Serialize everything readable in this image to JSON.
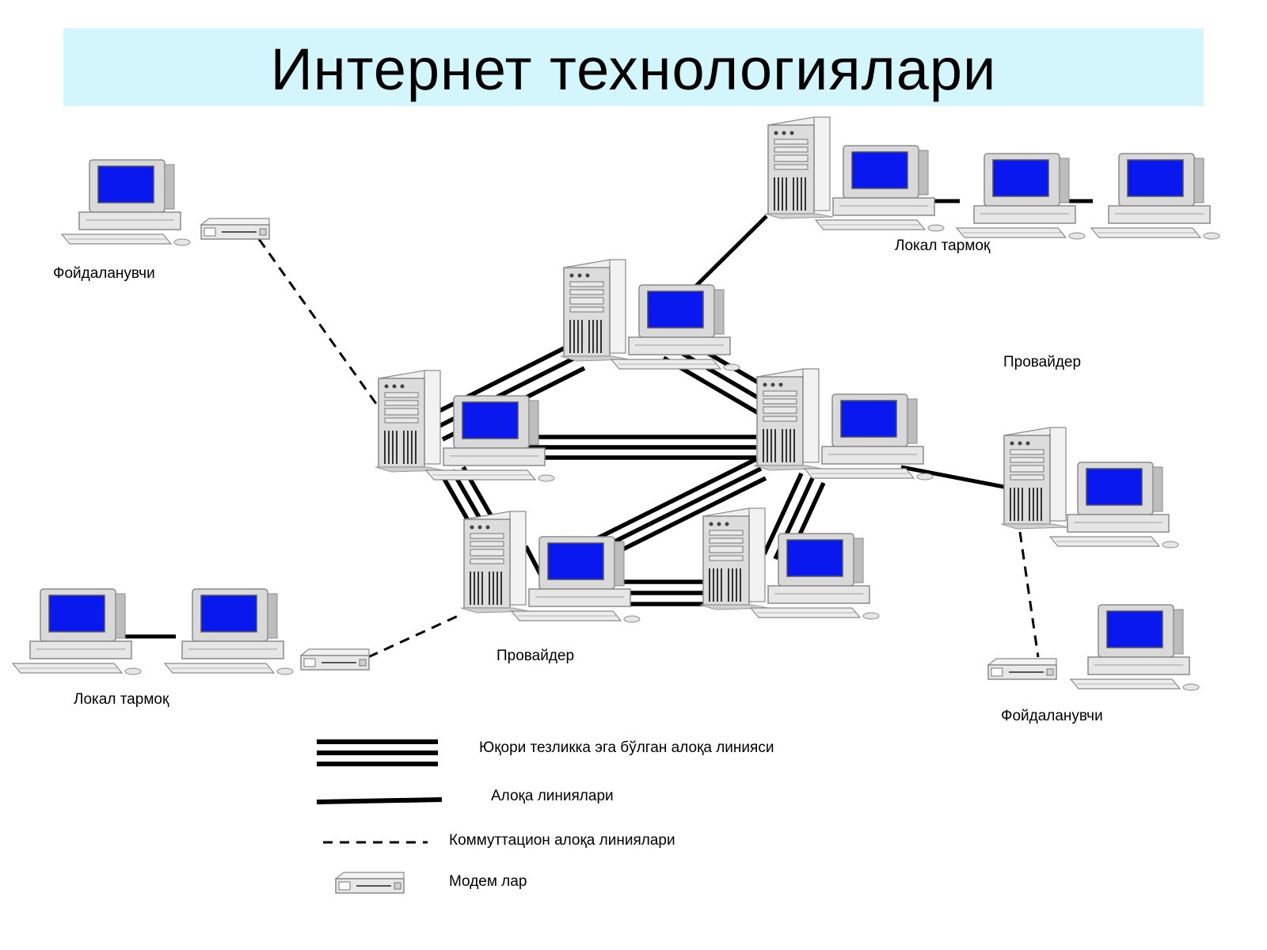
{
  "title": "Интернет технологиялари",
  "labels": {
    "user_top_left": "Фойдаланувчи",
    "lan_top_right": "Локал тармоқ",
    "provider_right": "Провайдер",
    "provider_bottom": "Провайдер",
    "lan_bottom_left": "Локал тармоқ",
    "user_bottom_right": "Фойдаланувчи"
  },
  "legend": {
    "high_speed": "Юқори тезликка эга бўлган алоқа линияси",
    "link": "Алоқа линиялари",
    "dialup": "Коммуттацион алоқа линиялари",
    "modem": "Модем лар"
  },
  "colors": {
    "screen": "#0a18f0",
    "title_bg": "#d2f6fb",
    "device": "#d9d9d9"
  },
  "icons": [
    "server-icon",
    "computer-icon",
    "modem-icon"
  ]
}
